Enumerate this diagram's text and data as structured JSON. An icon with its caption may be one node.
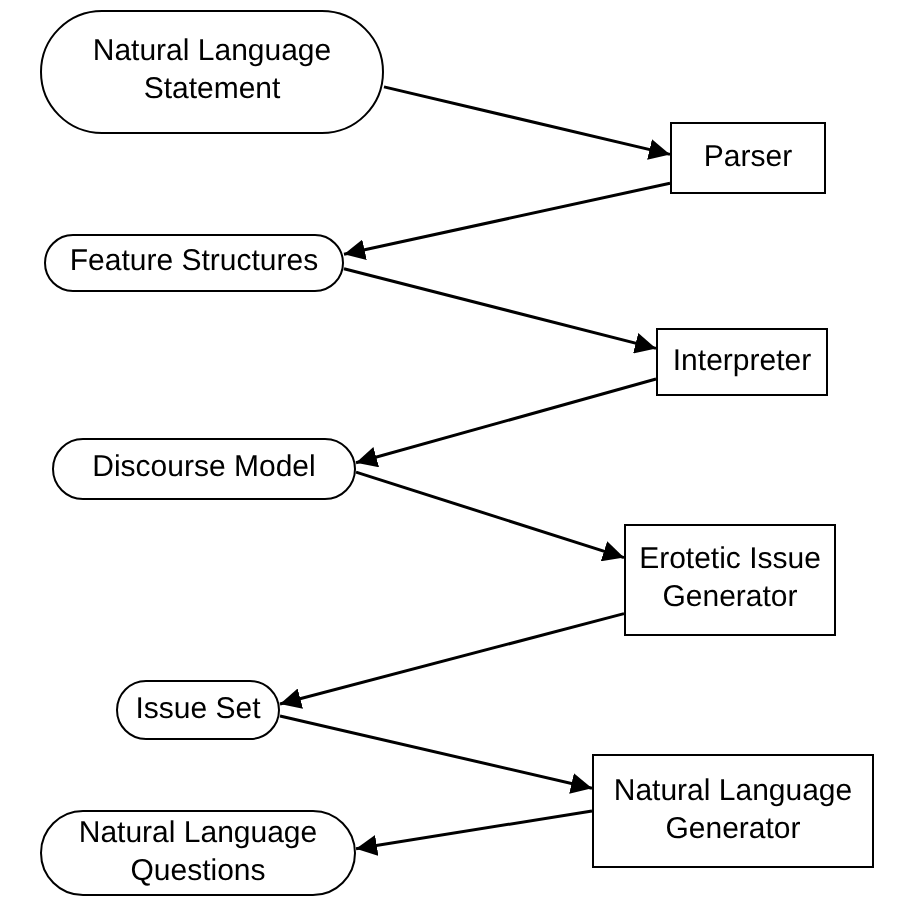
{
  "diagram": {
    "nodes": [
      {
        "text": [
          "Natural Language Statement"
        ]
      },
      {
        "text": [
          "Parser"
        ]
      },
      {
        "text": [
          "Feature Structures"
        ]
      },
      {
        "text": [
          "Interpreter"
        ]
      },
      {
        "text": [
          "Discourse Model"
        ]
      },
      {
        "text": [
          "Erotetic Issue Generator"
        ]
      },
      {
        "text": [
          "Issue Set"
        ]
      },
      {
        "text": [
          "Natural Language Generator"
        ]
      },
      {
        "text": [
          "Natural Language Questions"
        ]
      }
    ],
    "edges": [
      {
        "from": 0,
        "to": 1,
        "arrow": "to"
      },
      {
        "from": 1,
        "to": 2,
        "arrow": "to"
      },
      {
        "from": 2,
        "to": 3,
        "arrow": "to"
      },
      {
        "from": 3,
        "to": 4,
        "arrow": "to"
      },
      {
        "from": 4,
        "to": 5,
        "arrow": "to"
      },
      {
        "from": 5,
        "to": 6,
        "arrow": "to"
      },
      {
        "from": 6,
        "to": 7,
        "arrow": "to"
      },
      {
        "from": 7,
        "to": 8,
        "arrow": "to"
      }
    ]
  }
}
